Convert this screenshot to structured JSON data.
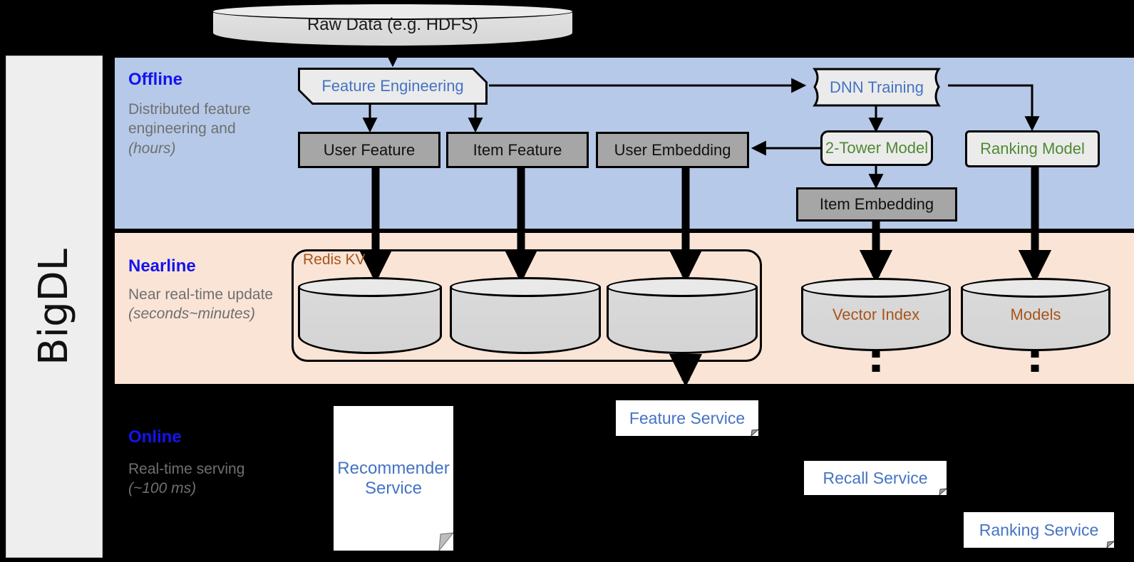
{
  "framework": {
    "name": "BigDL"
  },
  "source": {
    "label": "Raw Data (e.g. HDFS)"
  },
  "bands": {
    "offline": {
      "title": "Offline",
      "subtitle": "Distributed feature engineering and ",
      "subtitle_italic": "(hours)"
    },
    "nearline": {
      "title": "Nearline",
      "subtitle": "Near real-time update ",
      "subtitle_italic": "(seconds~minutes)"
    },
    "online": {
      "title": "Online",
      "subtitle": "Real-time serving ",
      "subtitle_italic": "(~100 ms)"
    }
  },
  "offline_nodes": {
    "feature_engineering": "Feature Engineering",
    "dnn_training": "DNN Training",
    "user_feature": "User Feature",
    "item_feature": "Item Feature",
    "user_embedding": "User Embedding",
    "two_tower_model": "2-Tower Model",
    "ranking_model": "Ranking Model",
    "item_embedding": "Item Embedding"
  },
  "nearline_nodes": {
    "redis_kv": "Redis KV",
    "store_user_feature": "",
    "store_item_feature": "",
    "store_user_embedding": "",
    "vector_index": "Vector Index",
    "models": "Models"
  },
  "online_nodes": {
    "recommender_service": "Recommender Service",
    "feature_service": "Feature Service",
    "recall_service": "Recall Service",
    "ranking_service": "Ranking Service"
  },
  "colors": {
    "offline_band": "#b6c9e8",
    "nearline_band": "#fae4d6",
    "online_band": "#000000",
    "band_title": "#1414ee",
    "band_subtitle": "#6f6f6f",
    "blue_node_text": "#4573c4",
    "green_node_text": "#4e8a33",
    "orange_store_text": "#a8551c",
    "gray_box_fill": "#a6a6a6",
    "proc_box_fill": "#ebebeb",
    "rail_fill": "#eeeeee"
  }
}
